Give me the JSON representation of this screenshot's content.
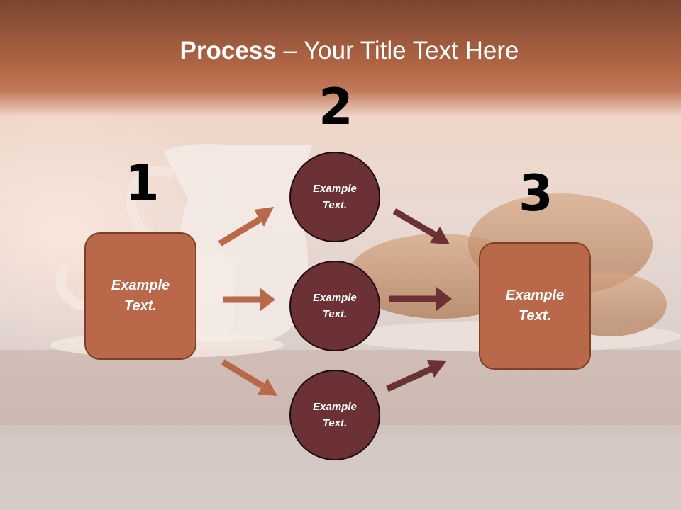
{
  "slide": {
    "title_bold": "Process",
    "title_rest": " – Your Title Text Here",
    "steps": [
      {
        "number": "1",
        "text_line1": "Example",
        "text_line2": "Text."
      },
      {
        "number": "2",
        "circles": [
          {
            "text_line1": "Example",
            "text_line2": "Text."
          },
          {
            "text_line1": "Example",
            "text_line2": "Text."
          },
          {
            "text_line1": "Example",
            "text_line2": "Text."
          }
        ]
      },
      {
        "number": "3",
        "text_line1": "Example",
        "text_line2": "Text."
      }
    ]
  },
  "colors": {
    "header_brown": "#b56846",
    "box_fill": "#b9694a",
    "box_border": "#7d4027",
    "circle_fill": "#6b3134",
    "arrow_light": "#b9694a",
    "arrow_dark": "#6b3134"
  }
}
